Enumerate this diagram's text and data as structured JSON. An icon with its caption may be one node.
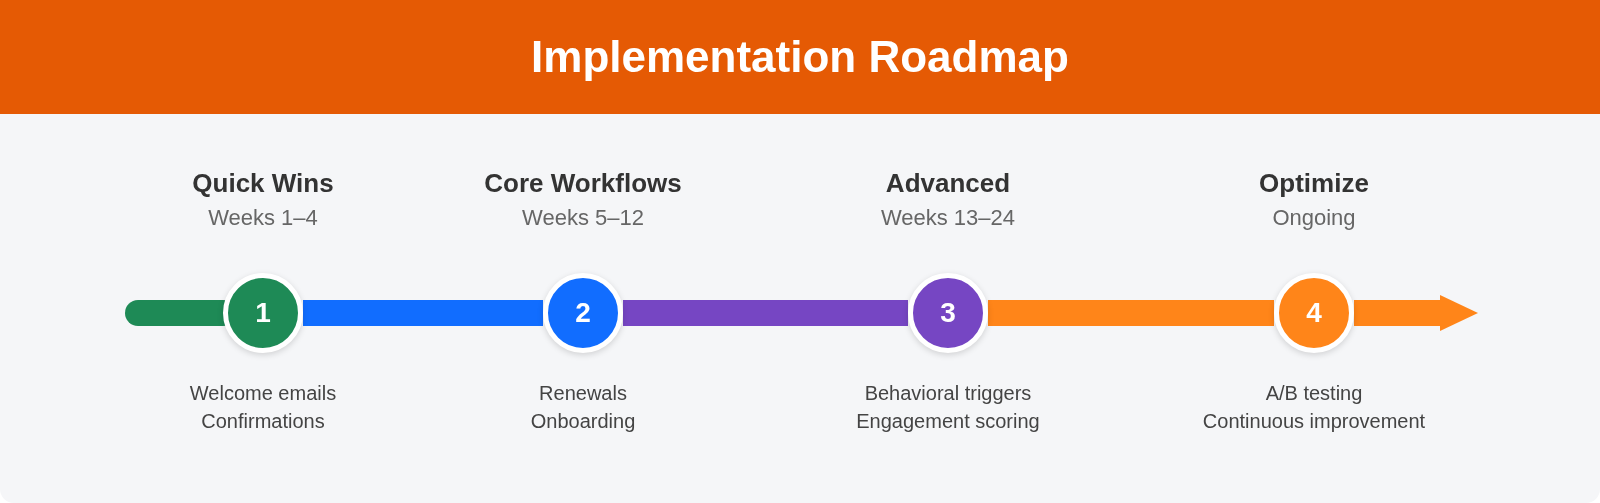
{
  "diagram": {
    "title": "Implementation Roadmap",
    "nodes": [
      {
        "text": [
          "1"
        ],
        "beside": [
          "Quick Wins",
          "Weeks 1–4",
          "Welcome emails",
          "Confirmations"
        ]
      },
      {
        "text": [
          "2"
        ],
        "beside": [
          "Core Workflows",
          "Weeks 5–12",
          "Renewals",
          "Onboarding"
        ]
      },
      {
        "text": [
          "3"
        ],
        "beside": [
          "Advanced",
          "Weeks 13–24",
          "Behavioral triggers",
          "Engagement scoring"
        ]
      },
      {
        "text": [
          "4"
        ],
        "beside": [
          "Optimize",
          "Ongoing",
          "A/B testing",
          "Continuous improvement"
        ]
      }
    ],
    "edges": [
      {
        "from": null,
        "to": 0,
        "arrow": "none",
        "color": "#1e8a56"
      },
      {
        "from": 0,
        "to": 1,
        "arrow": "none",
        "color": "#116dff"
      },
      {
        "from": 1,
        "to": 2,
        "arrow": "none",
        "color": "#7646c3"
      },
      {
        "from": 2,
        "to": 3,
        "arrow": "none",
        "color": "#ff8519"
      },
      {
        "from": 3,
        "to": null,
        "arrow": "to",
        "color": "#ff8519"
      }
    ]
  }
}
